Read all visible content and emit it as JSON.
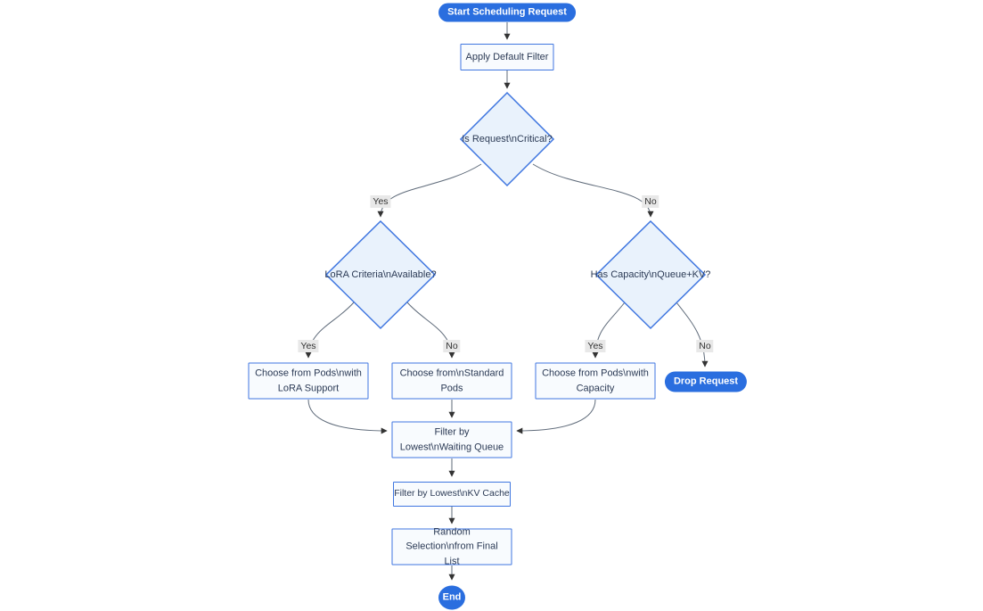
{
  "diagram": {
    "type": "flowchart",
    "nodes": {
      "start": {
        "label": "Start Scheduling Request",
        "shape": "stadium"
      },
      "apply_filter": {
        "label": "Apply Default Filter",
        "shape": "rect"
      },
      "is_critical": {
        "label": "Is Request\\nCritical?",
        "shape": "diamond"
      },
      "lora_criteria": {
        "label": "LoRA Criteria\\nAvailable?",
        "shape": "diamond"
      },
      "has_capacity": {
        "label": "Has Capacity\\nQueue+KV?",
        "shape": "diamond"
      },
      "choose_lora_pods": {
        "label": "Choose from Pods\\nwith LoRA Support",
        "shape": "rect"
      },
      "choose_standard_pods": {
        "label": "Choose from\\nStandard Pods",
        "shape": "rect"
      },
      "choose_capacity_pods": {
        "label": "Choose from Pods\\nwith Capacity",
        "shape": "rect"
      },
      "drop_request": {
        "label": "Drop Request",
        "shape": "stadium"
      },
      "filter_waiting_queue": {
        "label": "Filter by Lowest\\nWaiting Queue",
        "shape": "rect"
      },
      "filter_kv_cache": {
        "label": "Filter by Lowest\\nKV Cache",
        "shape": "rect"
      },
      "random_selection": {
        "label": "Random Selection\\nfrom Final List",
        "shape": "rect"
      },
      "end": {
        "label": "End",
        "shape": "circle"
      }
    },
    "edge_labels": {
      "critical_yes": "Yes",
      "critical_no": "No",
      "lora_yes": "Yes",
      "lora_no": "No",
      "capacity_yes": "Yes",
      "capacity_no": "No"
    },
    "edges": [
      {
        "from": "start",
        "to": "apply_filter"
      },
      {
        "from": "apply_filter",
        "to": "is_critical"
      },
      {
        "from": "is_critical",
        "to": "lora_criteria",
        "label": "Yes"
      },
      {
        "from": "is_critical",
        "to": "has_capacity",
        "label": "No"
      },
      {
        "from": "lora_criteria",
        "to": "choose_lora_pods",
        "label": "Yes"
      },
      {
        "from": "lora_criteria",
        "to": "choose_standard_pods",
        "label": "No"
      },
      {
        "from": "has_capacity",
        "to": "choose_capacity_pods",
        "label": "Yes"
      },
      {
        "from": "has_capacity",
        "to": "drop_request",
        "label": "No"
      },
      {
        "from": "choose_lora_pods",
        "to": "filter_waiting_queue"
      },
      {
        "from": "choose_standard_pods",
        "to": "filter_waiting_queue"
      },
      {
        "from": "choose_capacity_pods",
        "to": "filter_waiting_queue"
      },
      {
        "from": "filter_waiting_queue",
        "to": "filter_kv_cache"
      },
      {
        "from": "filter_kv_cache",
        "to": "random_selection"
      },
      {
        "from": "random_selection",
        "to": "end"
      }
    ],
    "colors": {
      "pill_fill": "#2a6edf",
      "pill_text": "#ffffff",
      "node_border": "#3f76e0",
      "diamond_fill": "#e9f2fc",
      "rect_fill": "#f8fbfe",
      "text": "#2b3a55",
      "edge": "#5f6b7a",
      "arrow": "#333333",
      "edge_label_bg": "#e8e8e8",
      "edge_label_text": "#333333"
    }
  }
}
